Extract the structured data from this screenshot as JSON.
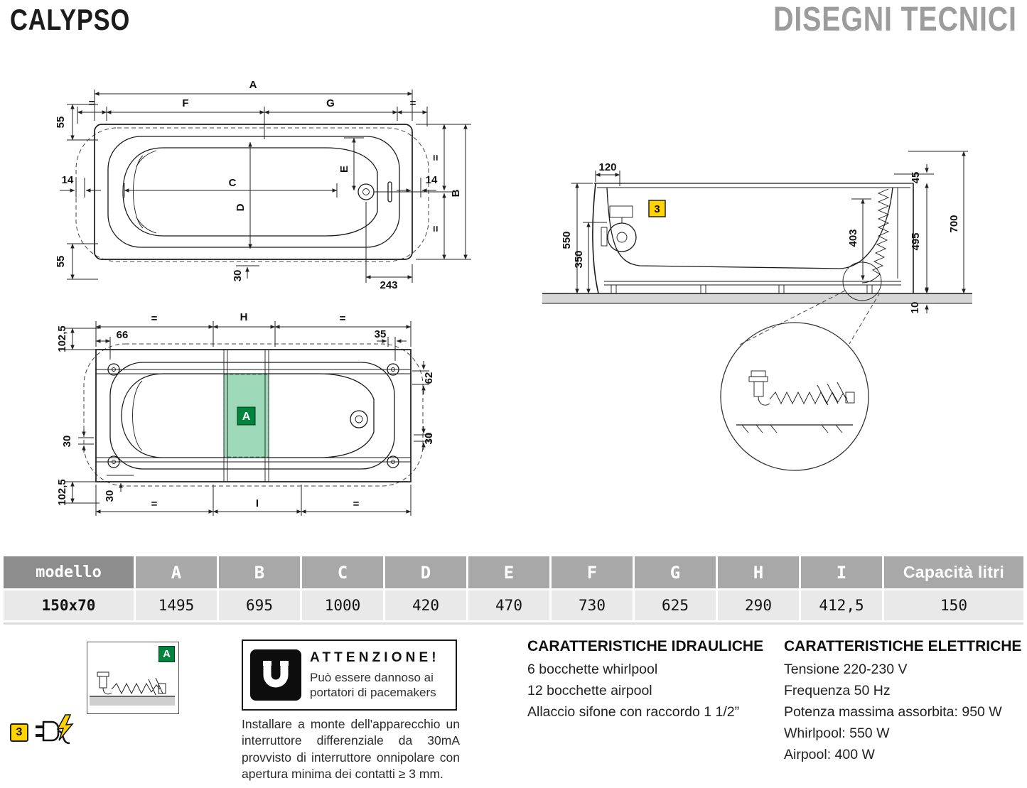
{
  "header": {
    "title": "CALYPSO",
    "subtitle": "DISEGNI TECNICI"
  },
  "symbols": {
    "eq": "="
  },
  "top_view": {
    "A": "A",
    "F": "F",
    "G": "G",
    "C": "C",
    "D": "D",
    "E": "E",
    "B": "B",
    "d55_top": "55",
    "d14_left": "14",
    "d55_bottom": "55",
    "d14_right": "14",
    "d30_bottom": "30",
    "d243": "243"
  },
  "bottom_view": {
    "H": "H",
    "I": "I",
    "d102_5_top": "102,5",
    "d66": "66",
    "d35": "35",
    "d62": "62",
    "d30_left": "30",
    "d30_right": "30",
    "d30_bottom": "30",
    "d102_5_bottom": "102,5",
    "area_label": "A"
  },
  "side_view": {
    "d120": "120",
    "d550": "550",
    "d350": "350",
    "d403": "403",
    "d45": "45",
    "d495": "495",
    "d700": "700",
    "d10": "10",
    "badge": "3"
  },
  "table": {
    "headers": [
      "modello",
      "A",
      "B",
      "C",
      "D",
      "E",
      "F",
      "G",
      "H",
      "I",
      "Capacità litri"
    ],
    "model": "150x70",
    "values": [
      "1495",
      "695",
      "1000",
      "420",
      "470",
      "730",
      "625",
      "290",
      "412,5",
      "150"
    ]
  },
  "footer": {
    "warning_title": "ATTENZIONE!",
    "warning_line1": "Può essere dannoso ai",
    "warning_line2": "portatori di pacemakers",
    "install_note": "Installare a monte dell'apparecchio un interruttore differenziale da 30mA provvisto di interruttore onnipolare con apertura minima dei contatti ≥ 3 mm.",
    "hydraulic_title": "CARATTERISTICHE IDRAULICHE",
    "hydraulic_items": [
      "6 bocchette whirlpool",
      "12 bocchette airpool",
      "Allaccio sifone con raccordo 1 1/2”"
    ],
    "electric_title": "CARATTERISTICHE ELETTRICHE",
    "electric_items": [
      "Tensione 220-230 V",
      "Frequenza 50 Hz",
      "Potenza massima assorbita: 950 W",
      "Whirlpool: 550 W",
      "Airpool: 400 W"
    ],
    "badge_3": "3",
    "badge_a": "A"
  },
  "colors": {
    "accent_green_area": "#9ed9ba",
    "badge_green": "#00843d",
    "warning_yellow": "#ffd400",
    "subtitle_gray": "#9c9c9c",
    "table_header_gray": "#a8a8a8",
    "table_model_gray": "#8d8d8d",
    "table_row_gray": "#e9e9e9"
  }
}
